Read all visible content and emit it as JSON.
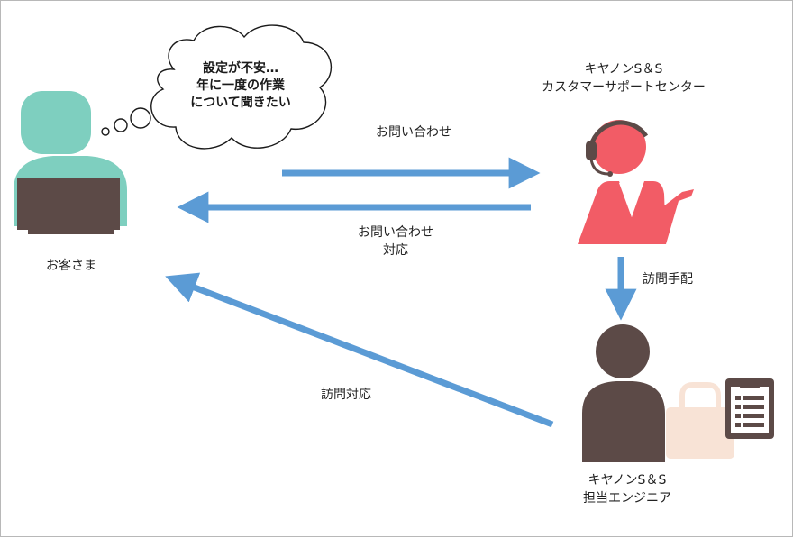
{
  "nodes": {
    "customer": {
      "label": "お客さま"
    },
    "support_center": {
      "line1": "キヤノンS＆S",
      "line2": "カスタマーサポートセンター"
    },
    "engineer": {
      "line1": "キヤノンS＆S",
      "line2": "担当エンジニア"
    }
  },
  "thought_bubble": {
    "line1": "設定が不安…",
    "line2": "年に一度の作業",
    "line3": "について聞きたい"
  },
  "edges": {
    "inquiry": {
      "label": "お問い合わせ"
    },
    "inquiry_response": {
      "line1": "お問い合わせ",
      "line2": "対応"
    },
    "visit_arrangement": {
      "label": "訪問手配"
    },
    "visit_response": {
      "label": "訪問対応"
    }
  },
  "colors": {
    "customer_figure": "#7ecfbf",
    "laptop": "#5c4a47",
    "support_figure": "#f25c66",
    "engineer_figure": "#5c4a47",
    "bag": "#f8e3d6",
    "arrow": "#5b9bd5",
    "cloud_stroke": "#1a1a1a",
    "frame_border": "#b8b8b8"
  },
  "icons": {
    "customer": "person-at-laptop-icon",
    "support": "headset-operator-icon",
    "engineer": "engineer-with-bag-and-clipboard-icon",
    "bubble": "thought-cloud-icon"
  }
}
